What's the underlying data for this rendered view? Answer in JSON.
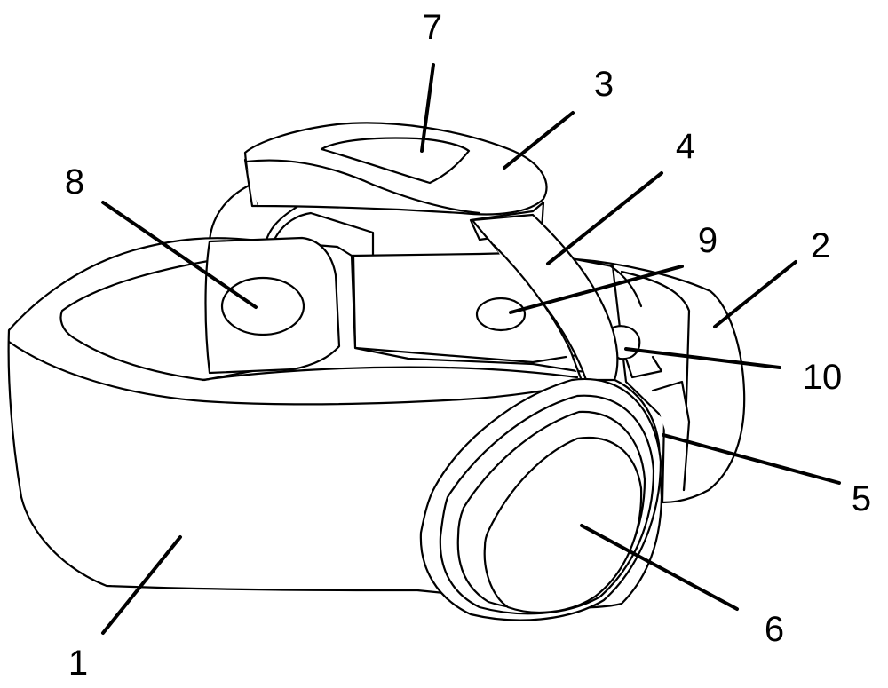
{
  "callouts": [
    {
      "id": "1",
      "label": "1"
    },
    {
      "id": "2",
      "label": "2"
    },
    {
      "id": "3",
      "label": "3"
    },
    {
      "id": "4",
      "label": "4"
    },
    {
      "id": "5",
      "label": "5"
    },
    {
      "id": "6",
      "label": "6"
    },
    {
      "id": "7",
      "label": "7"
    },
    {
      "id": "8",
      "label": "8"
    },
    {
      "id": "9",
      "label": "9"
    },
    {
      "id": "10",
      "label": "10"
    }
  ],
  "style": {
    "line_color": "#000000",
    "background": "#ffffff"
  }
}
